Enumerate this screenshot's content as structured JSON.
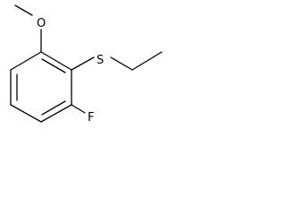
{
  "molecule": {
    "atoms": {
      "oxygen": "O",
      "sulfur": "S",
      "fluorine": "F"
    },
    "colors": {
      "bond": "#000000",
      "label": "#000000",
      "background": "#ffffff"
    }
  }
}
